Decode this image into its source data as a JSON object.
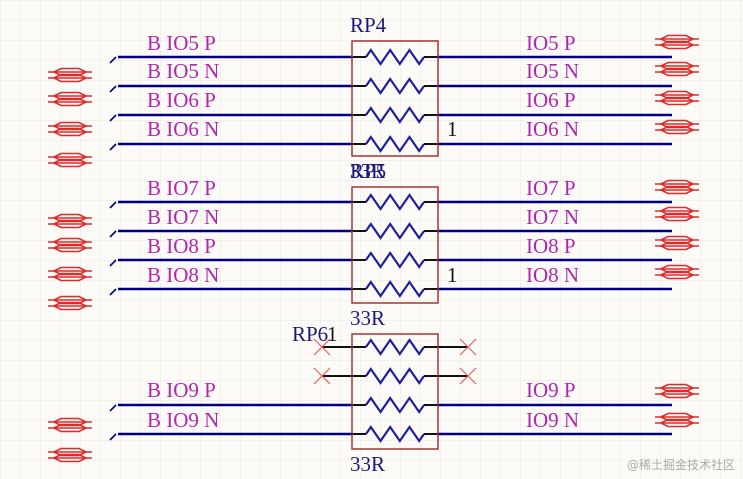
{
  "colors": {
    "wire": "#000080",
    "net_label": "#b026b0",
    "resistor_body": "#a02828",
    "resistor_zigzag": "#1e1ea0",
    "port_symbol": "#e02a2a",
    "designator": "#1a1a7a",
    "pin_stub": "#111111",
    "no_connect": "#e06060",
    "grid": "#e9e4dc"
  },
  "schematic": {
    "groups": [
      {
        "designator": "RP4",
        "value": "",
        "pin_marker": "1",
        "left_nets": [
          "B  IO5  P",
          "B  IO5  N",
          "B  IO6  P",
          "B  IO6  N"
        ],
        "right_nets": [
          "IO5  P",
          "IO5  N",
          "IO6  P",
          "IO6  N"
        ]
      },
      {
        "designator": "RP5",
        "value": "33R",
        "pin_marker": "1",
        "left_nets": [
          "B  IO7  P",
          "B  IO7  N",
          "B  IO8  P",
          "B  IO8  N"
        ],
        "right_nets": [
          "IO7  P",
          "IO7  N",
          "IO8  P",
          "IO8  N"
        ]
      },
      {
        "designator": "RP6",
        "value": "33R",
        "pin_marker": "1",
        "left_nets": [
          "B  IO9  P",
          "B  IO9  N"
        ],
        "right_nets": [
          "IO9  P",
          "IO9  N"
        ]
      }
    ],
    "overlap_value": "33R"
  },
  "watermark": "@稀土掘金技术社区"
}
